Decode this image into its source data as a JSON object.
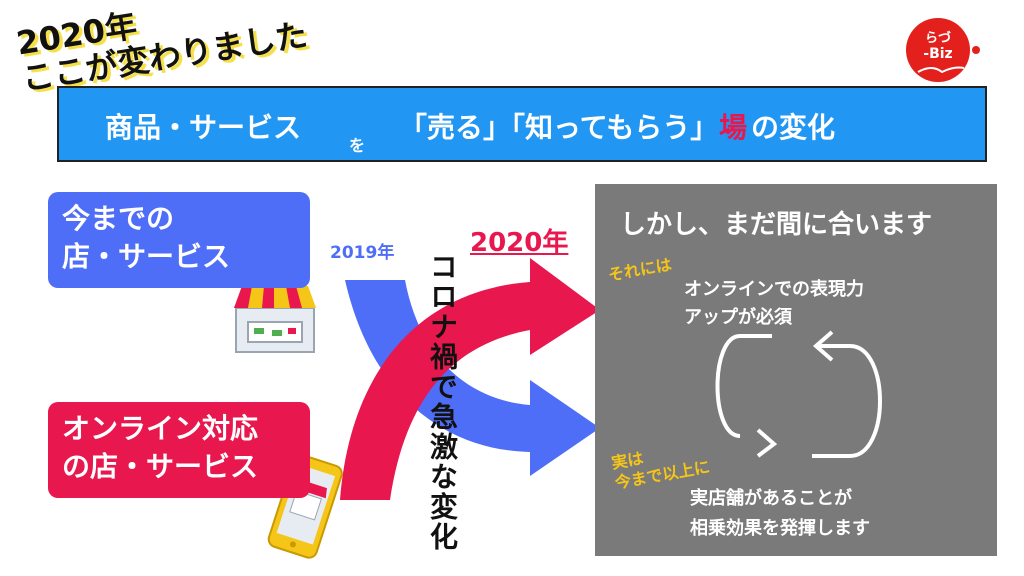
{
  "headline": {
    "line1": "2020年",
    "line2": "ここが変わりました"
  },
  "logo": {
    "line1": "らづ",
    "line2": "-Biz"
  },
  "banner": {
    "part1": "商品・サービス",
    "particle": "を",
    "part2": "「売る」「知ってもらう」",
    "highlight": "場",
    "part3": "の変化"
  },
  "left": {
    "box1": [
      "今までの",
      "店・サービス"
    ],
    "box2": [
      "オンライン対応",
      "の店・サービス"
    ],
    "year_old": "2019年",
    "year_new": "2020年",
    "vertical": "コロナ禍で急激な変化"
  },
  "panel": {
    "title": "しかし、まだ間に合います",
    "tag1": "それには",
    "text1": [
      "オンラインでの表現力",
      "アップが必須"
    ],
    "tag2": [
      "実は",
      "今まで以上に"
    ],
    "text2": [
      "実店舗があることが",
      "相乗効果を発揮します"
    ]
  },
  "colors": {
    "blue": "#4f6ef7",
    "red": "#e8174e",
    "banner": "#2196f3",
    "panel": "#7a7a7a",
    "yellow": "#f5c518"
  }
}
